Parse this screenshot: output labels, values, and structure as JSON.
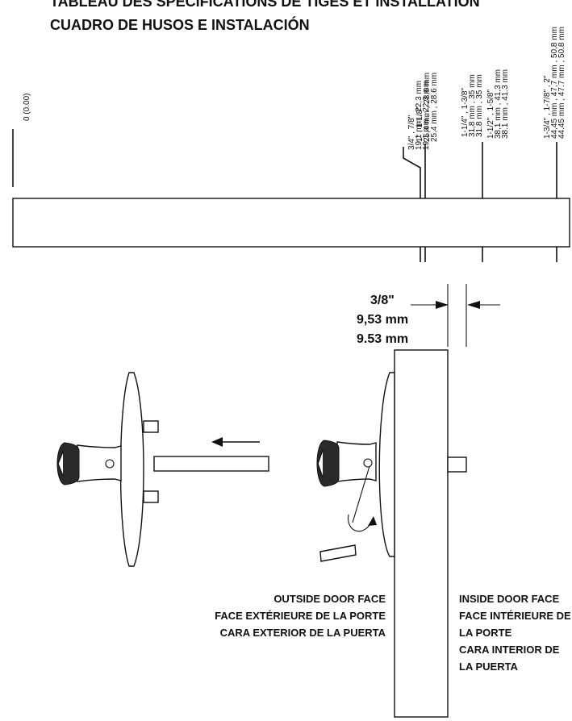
{
  "titles": {
    "line1": "TABLEAU DES SPÉCIFICATIONS DE TIGES  ET INSTALLATION",
    "line2": "CUADRO DE HUSOS E INSTALACIÓN"
  },
  "scale_zero": "0 (0.00)",
  "spindle_specs": [
    {
      "lines": [
        "3/4\" , 7/8\"",
        "19,1 mm , 22,3 mm",
        "19.1 mm , 22.3 mm"
      ]
    },
    {
      "lines": [
        "1\" , 1-1/8\"",
        "25,4 mm , 28,6 mm",
        "25.4 mm , 28.6 mm"
      ]
    },
    {
      "lines": [
        "1-1/4\" , 1-3/8\"",
        "31,8 mm , 35 mm",
        "31.8 mm , 35 mm"
      ]
    },
    {
      "lines": [
        "1-1/2\" , 1-5/8\"",
        "38,1 mm , 41,3 mm",
        "38.1 mm , 41.3 mm"
      ]
    },
    {
      "lines": [
        "1-3/4\" , 1-7/8\" , 2\"",
        "44,45 mm , 47,7 mm , 50,8 mm",
        "44.45 mm , 47.7 mm , 50.8 mm"
      ]
    }
  ],
  "dimension": {
    "line1": "3/8\"",
    "line2": "9,53 mm",
    "line3": "9.53 mm"
  },
  "outside_face": [
    "OUTSIDE DOOR FACE",
    "FACE EXTÉRIEURE DE LA PORTE",
    "CARA EXTERIOR DE LA PUERTA"
  ],
  "inside_face": [
    "INSIDE DOOR FACE",
    "FACE INTÉRIEURE DE",
    "LA PORTE",
    "CARA INTERIOR DE",
    "LA PUERTA"
  ]
}
